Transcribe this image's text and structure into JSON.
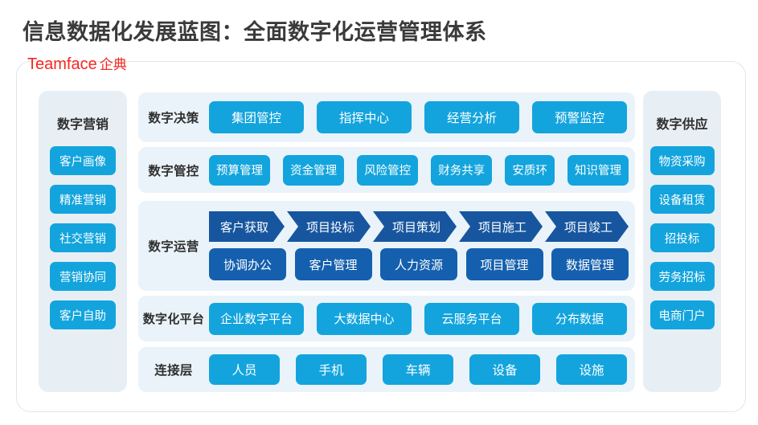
{
  "header": {
    "title": "信息数据化发展蓝图：全面数字化运营管理体系",
    "brand_en": "Teamface",
    "brand_cn": "企典",
    "brand_color": "#f4271f"
  },
  "colors": {
    "chip_blue": "#13a4dd",
    "chevron_blue": "#17569f",
    "pill_blue": "#1560ae",
    "row_bg": "#eaf3f9",
    "column_bg": "#e7eff5",
    "frame_border": "#e2e5e8",
    "label_text": "#2f2f2f"
  },
  "left_column": {
    "title": "数字营销",
    "items": [
      {
        "label": "客户画像"
      },
      {
        "label": "精准营销"
      },
      {
        "label": "社交营销"
      },
      {
        "label": "营销协同"
      },
      {
        "label": "客户自助"
      }
    ]
  },
  "right_column": {
    "title": "数字供应",
    "items": [
      {
        "label": "物资采购"
      },
      {
        "label": "设备租赁"
      },
      {
        "label": "招投标"
      },
      {
        "label": "劳务招标"
      },
      {
        "label": "电商门户"
      }
    ]
  },
  "rows": [
    {
      "id": "decision",
      "label": "数字决策",
      "items": [
        {
          "label": "集团管控"
        },
        {
          "label": "指挥中心"
        },
        {
          "label": "经营分析"
        },
        {
          "label": "预警监控"
        }
      ]
    },
    {
      "id": "control",
      "label": "数字管控",
      "items": [
        {
          "label": "预算管理"
        },
        {
          "label": "资金管理"
        },
        {
          "label": "风险管控"
        },
        {
          "label": "财务共享"
        },
        {
          "label": "安质环"
        },
        {
          "label": "知识管理"
        }
      ]
    },
    {
      "id": "operations",
      "label": "数字运营",
      "process": [
        {
          "label": "客户获取"
        },
        {
          "label": "项目投标"
        },
        {
          "label": "项目策划"
        },
        {
          "label": "项目施工"
        },
        {
          "label": "项目竣工"
        }
      ],
      "modules": [
        {
          "label": "协调办公"
        },
        {
          "label": "客户管理"
        },
        {
          "label": "人力资源"
        },
        {
          "label": "项目管理"
        },
        {
          "label": "数据管理"
        }
      ]
    },
    {
      "id": "platform",
      "label": "数字化平台",
      "items": [
        {
          "label": "企业数字平台"
        },
        {
          "label": "大数据中心"
        },
        {
          "label": "云服务平台"
        },
        {
          "label": "分布数据"
        }
      ]
    },
    {
      "id": "connection",
      "label": "连接层",
      "items": [
        {
          "label": "人员"
        },
        {
          "label": "手机"
        },
        {
          "label": "车辆"
        },
        {
          "label": "设备"
        },
        {
          "label": "设施"
        }
      ]
    }
  ]
}
